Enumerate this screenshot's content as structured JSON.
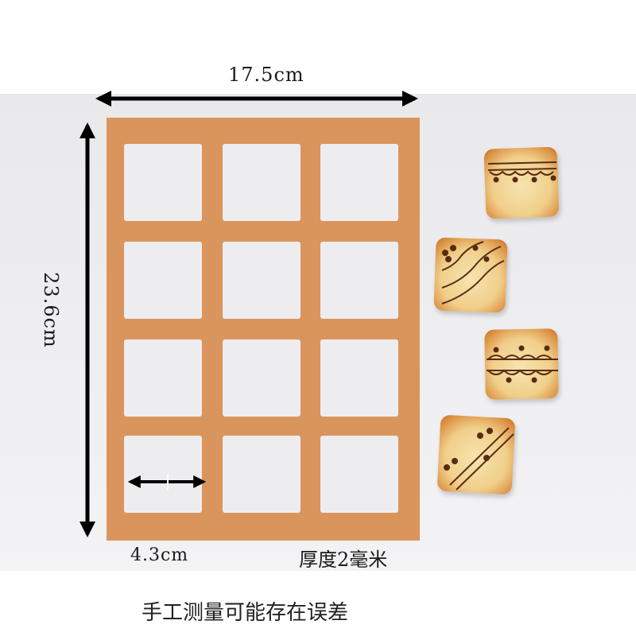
{
  "dimensions": {
    "width": "17.5cm",
    "height": "23.6cm",
    "cell": "4.3cm",
    "thickness": "厚度2毫米"
  },
  "disclaimer": "手工测量可能存在误差",
  "colors": {
    "sheet": "#d9955c",
    "cookie_edge": "#d98a3c",
    "icing": "#5a2b12",
    "background": "#ededf0"
  }
}
